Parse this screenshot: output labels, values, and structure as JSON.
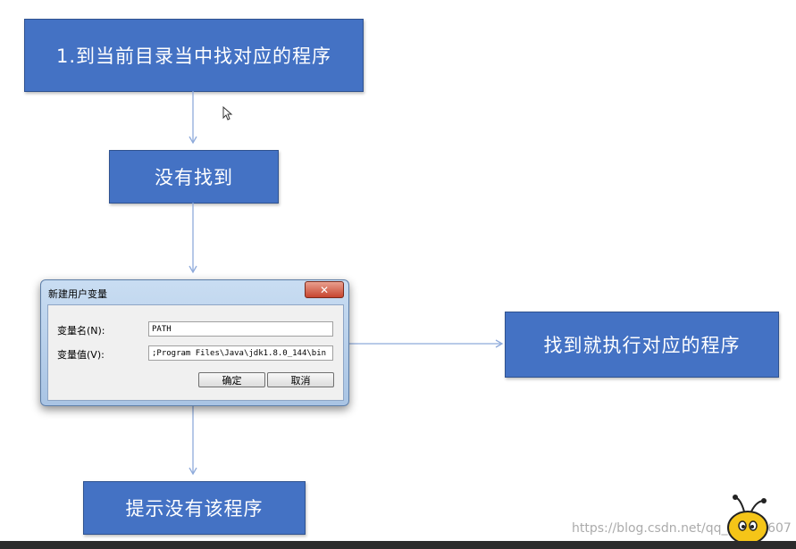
{
  "flow": {
    "step1": "1.到当前目录当中找对应的程序",
    "step2": "没有找到",
    "found": "找到就执行对应的程序",
    "not_found": "提示没有该程序"
  },
  "dialog": {
    "title": "新建用户变量",
    "close": "✕",
    "name_label": "变量名(N):",
    "name_value": "PATH",
    "value_label": "变量值(V):",
    "value_value": ";Program Files\\Java\\jdk1.8.0_144\\bin",
    "ok": "确定",
    "cancel": "取消"
  },
  "watermark": "https://blog.csdn.net/qq_41480607",
  "colors": {
    "box_fill": "#4472c4",
    "arrow": "#8eaadb"
  }
}
